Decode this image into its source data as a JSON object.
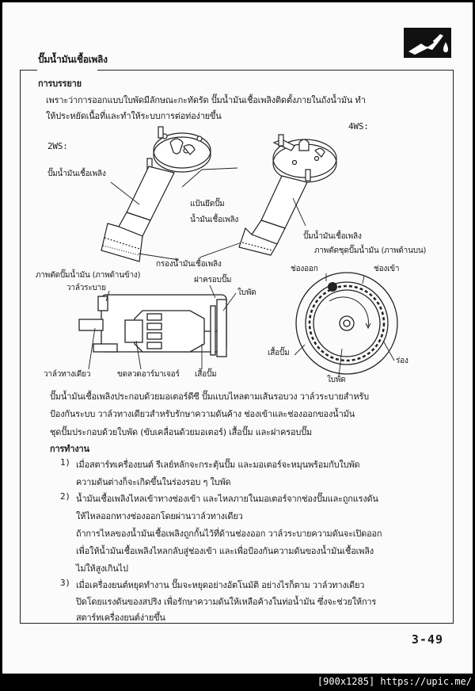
{
  "page": {
    "section_title": "ปั๊มน้ำมันเชื้อเพลิง",
    "page_number": "3-49",
    "footer_caption": "[900x1285] https://upic.me/",
    "icon": "fuel-nozzle-icon"
  },
  "description": {
    "heading": "การบรรยาย",
    "lines": [
      "เพราะว่าการออกแบบใบพัดมีลักษณะกะทัดรัด   ปั๊มน้ำมันเชื้อเพลิงติดตั้งภายในถังน้ำมัน  ทำ",
      "ให้ประหยัดเนื้อที่และทำให้ระบบการต่อท่อง่ายขึ้น"
    ]
  },
  "diagrams": {
    "label_2ws": "2WS:",
    "label_4ws": "4WS:",
    "labels": {
      "fuel_pump_2ws": "ปั๊มน้ำมันเชื้อเพลิง",
      "pump_mount_line1": "แป้นยึดปั๊ม",
      "pump_mount_line2": "น้ำมันเชื้อเพลิง",
      "fuel_filter": "กรองน้ำมันเชื้อเพลิง",
      "fuel_pump_4ws": "ปั๊มน้ำมันเชื้อเพลิง",
      "cutaway_top_view": "ภาพตัดชุดปั๊มน้ำมัน  (ภาพด้านบน)",
      "cutaway_side_view": "ภาพตัดปั๊มน้ำมัน  (ภาพด้านข้าง)",
      "relief_valve": "วาล์วระบาย",
      "pump_cover": "ฝาครอบปั๊ม",
      "impeller_side": "ใบพัด",
      "check_valve": "วาล์วทางเดียว",
      "armature_coil": "ขดลวดอาร์มาเจอร์",
      "pump_casing_side": "เสื้อปั๊ม",
      "outlet": "ช่องออก",
      "inlet": "ช่องเข้า",
      "pump_casing_top": "เสื้อปั๊ม",
      "groove": "ร่อง",
      "impeller_top": "ใบพัด"
    }
  },
  "summary": {
    "lines": [
      "ปั๊มน้ำมันเชื้อเพลิงประกอบด้วยมอเตอร์ดีซี  ปั๊มแบบไหลตามเส้นรอบวง  วาล์วระบายสำหรับ",
      "ป้องกันระบบ     วาล์วทางเดียวสำหรับรักษาความดันค้าง    ช่องเข้าและช่องออกของน้ำมัน",
      "ชุดปั๊มประกอบด้วยใบพัด  (ขับเคลื่อนด้วยมอเตอร์)  เสื้อปั๊ม  และฝาครอบปั๊ม"
    ]
  },
  "operation": {
    "heading": "การทำงาน",
    "steps": [
      {
        "number": "1)",
        "lines": [
          "เมื่อสตาร์ทเครื่องยนต์     รีเลย์หลักจะกระตุ้นปั๊ม      และมอเตอร์จะหมุนพร้อมกับใบพัด",
          "ความดันต่างก็จะเกิดขึ้นในร่องรอบ ๆ  ใบพัด"
        ]
      },
      {
        "number": "2)",
        "lines": [
          "น้ำมันเชื้อเพลิงไหลเข้าทางช่องเข้า  และไหลภายในมอเตอร์จากช่องปั๊มและถูกแรงดัน",
          "ให้ไหลออกทางช่องออกโดยผ่านวาล์วทางเดียว",
          "ถ้าการไหลของน้ำมันเชื้อเพลิงถูกกั้นไว้ที่ด้านช่องออก  วาล์วระบายความดันจะเปิดออก",
          "เพื่อให้น้ำมันเชื้อเพลิงไหลกลับสู่ช่องเข้า    และเพื่อป้องกันความดันของน้ำมันเชื้อเพลิง",
          "ไม่ให้สูงเกินไป"
        ]
      },
      {
        "number": "3)",
        "lines": [
          "เมื่อเครื่องยนต์หยุดทำงาน  ปั๊มจะหยุดอย่างอัตโนมัติ     อย่างไรก็ตาม  วาล์วทางเดียว",
          "ปิดโดยแรงดันของสปริง   เพื่อรักษาความดันให้เหลือค้างในท่อน้ำมัน    ซึ่งจะช่วยให้การ",
          "สตาร์ทเครื่องยนต์ง่ายขึ้น"
        ]
      }
    ]
  },
  "colors": {
    "ink": "#1a1a1a",
    "paper": "#fbfbfb",
    "frame": "#000000"
  }
}
